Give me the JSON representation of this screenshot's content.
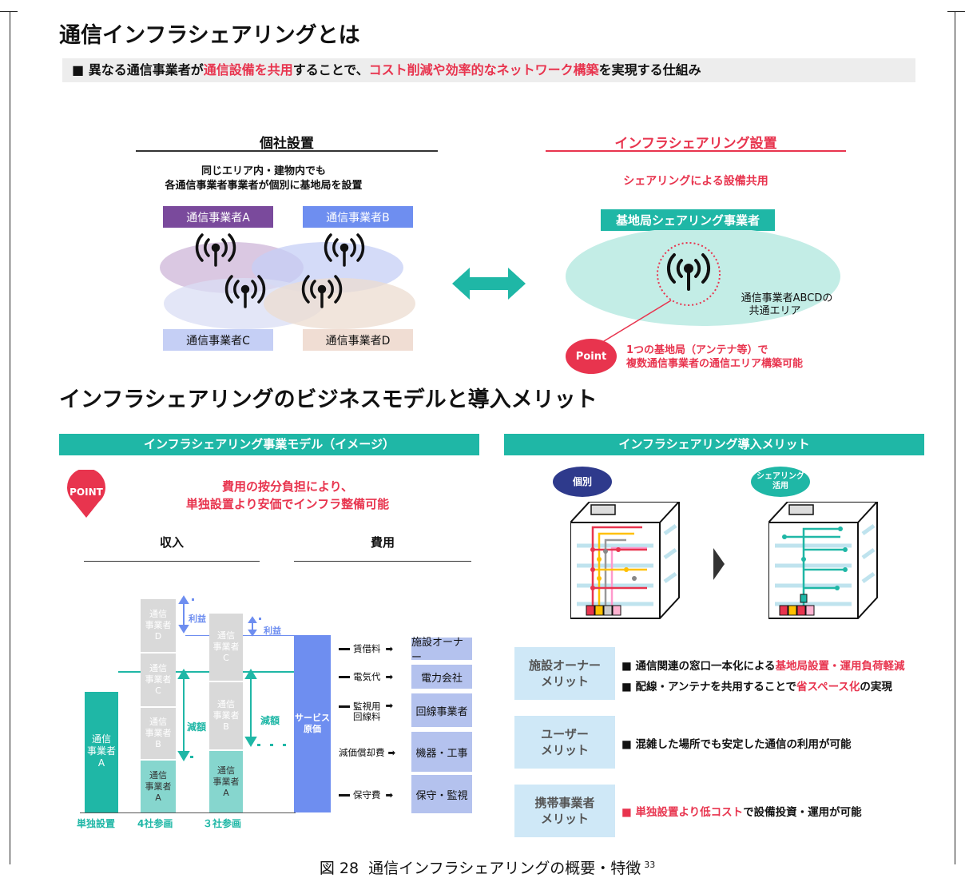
{
  "header": {
    "title": "通信インフラシェアリングとは",
    "banner": {
      "prefix": "■ 異なる通信事業者が",
      "hl1": "通信設備を共用",
      "mid": "することで、",
      "hl2": "コスト削減や効率的なネットワーク構築",
      "suffix": "を実現する仕組み"
    }
  },
  "individual": {
    "title": "個社設置",
    "desc1": "同じエリア内・建物内でも",
    "desc2": "各通信事業者事業者が個別に基地局を設置",
    "carriers": [
      "通信事業者A",
      "通信事業者B",
      "通信事業者C",
      "通信事業者D"
    ]
  },
  "sharing": {
    "title": "インフラシェアリング設置",
    "subtitle": "シェアリングによる設備共用",
    "operator": "基地局シェアリング事業者",
    "area1": "通信事業者ABCDの",
    "area2": "共通エリア",
    "point_badge": "Point",
    "point1": "1つの基地局（アンテナ等）で",
    "point2": "複数通信事業者の通信エリア構築可能"
  },
  "section2": {
    "title": "インフラシェアリングのビジネスモデルと導入メリット"
  },
  "model": {
    "header": "インフラシェアリング事業モデル（イメージ）",
    "point_pin": "POINT",
    "point1": "費用の按分負担により、",
    "point2": "単独設置より安価でインフラ整備可能",
    "income": "収入",
    "expense": "費用",
    "stack_labels": {
      "a": "通信\n事業者\nA",
      "b": "通信\n事業者\nB",
      "c": "通信\n事業者\nC",
      "d": "通信\n事業者\nD"
    },
    "profit": "利益",
    "reduction": "減額",
    "service_cost": "サービス\n原価",
    "cost_items": [
      {
        "label": "賃借料",
        "payee": "施設オーナー"
      },
      {
        "label": "電気代",
        "payee": "電力会社"
      },
      {
        "label": "監視用\n回線料",
        "payee": "回線事業者"
      },
      {
        "label": "減価償却費",
        "payee": "機器・工事"
      },
      {
        "label": "保守費",
        "payee": "保守・監視"
      }
    ],
    "x_labels": [
      "単独設置",
      "4社参画",
      "３社参画"
    ]
  },
  "merit": {
    "header": "インフラシェアリング導入メリット",
    "badge_individual": "個別",
    "badge_sharing": "シェアリング\n活用",
    "rows": [
      {
        "label": "施設オーナー\nメリット",
        "line1_prefix": "■ 通信関連の窓口一本化による",
        "line1_hl": "基地局設置・運用負荷軽減",
        "line2_prefix": "■ 配線・アンテナを共用することで",
        "line2_hl": "省スペース化",
        "line2_suffix": "の実現"
      },
      {
        "label": "ユーザー\nメリット",
        "line1": "■ 混雑した場所でも安定した通信の利用が可能"
      },
      {
        "label": "携帯事業者\nメリット",
        "line1_prefix": "■ 単独設置より低コスト",
        "line1_suffix": "で設備投資・運用が可能"
      }
    ]
  },
  "caption": {
    "text": "図 28  通信インフラシェアリングの概要・特徴",
    "sup": "33"
  },
  "colors": {
    "teal": "#1fb7a6",
    "red": "#e8344e",
    "blue": "#6e8ef0",
    "purple": "#7a4a9c"
  }
}
